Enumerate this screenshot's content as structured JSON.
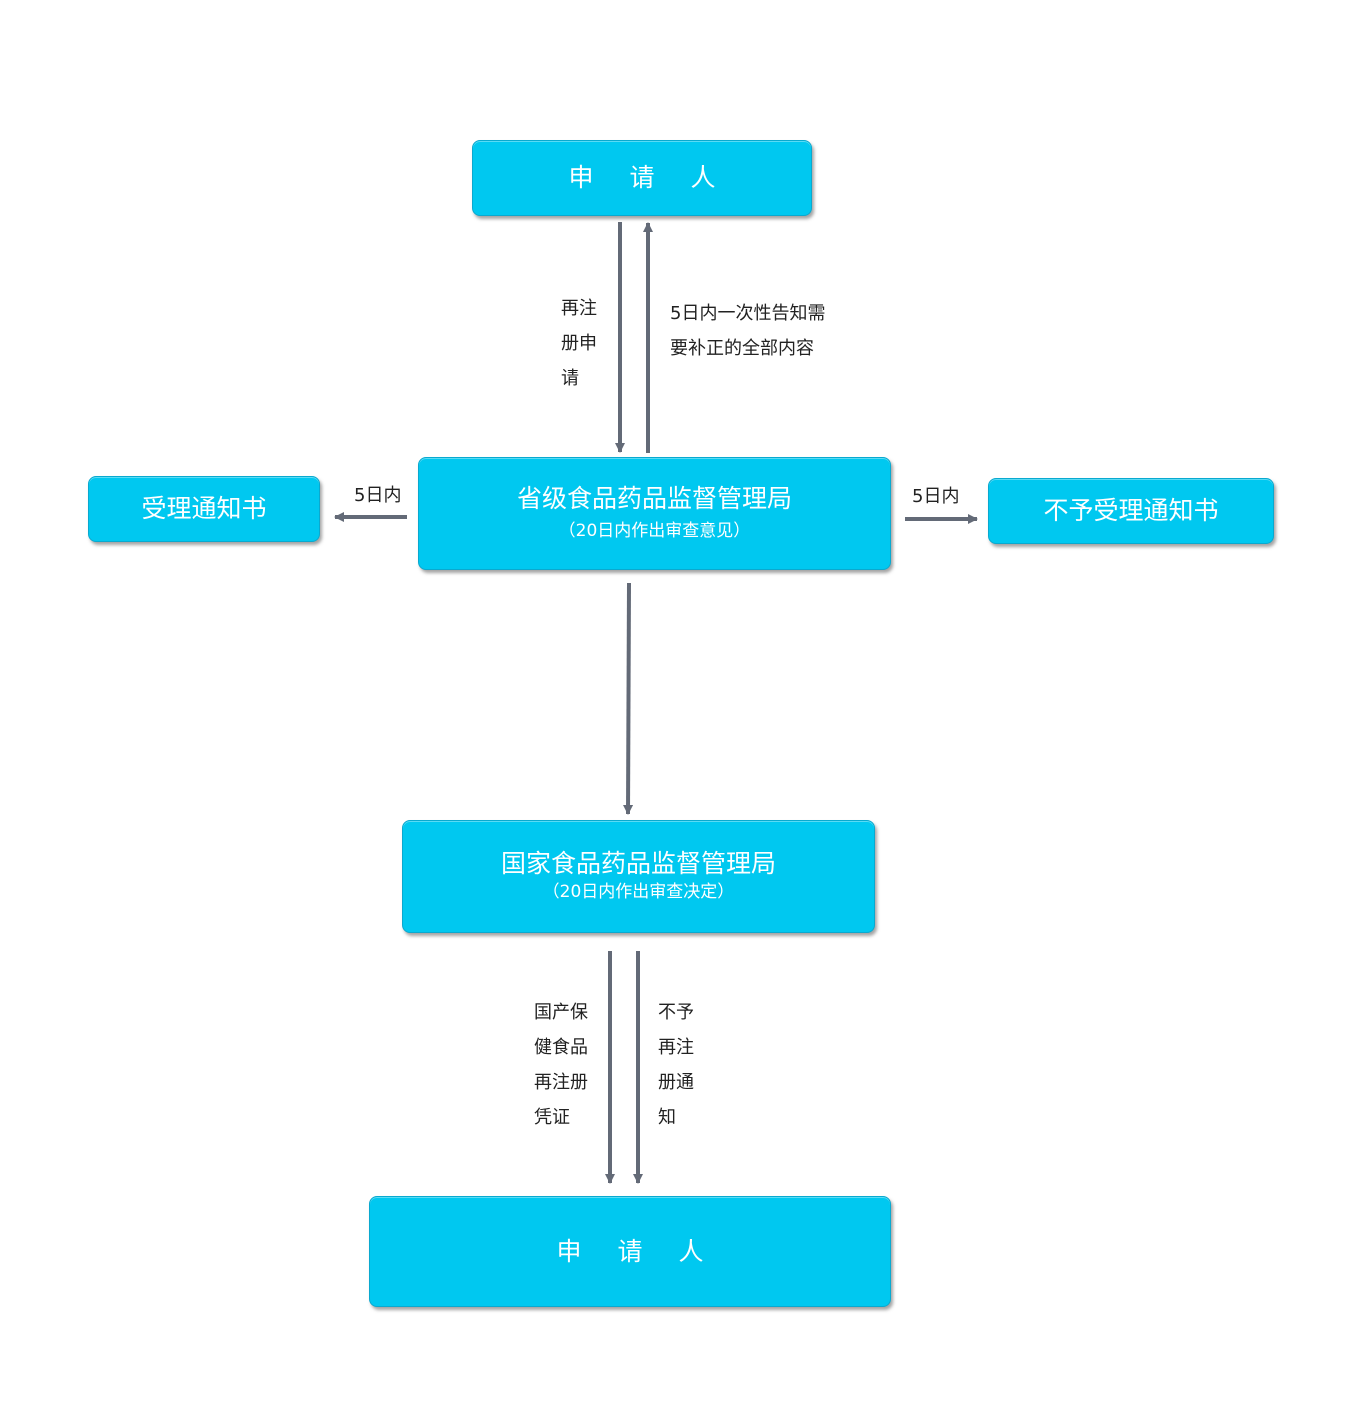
{
  "nodes": {
    "applicant_top": {
      "label": "申 请 人"
    },
    "accept_notice": {
      "label": "受理通知书"
    },
    "provincial": {
      "label": "省级食品药品监督管理局",
      "sub": "（20日内作出审查意见）"
    },
    "reject_notice": {
      "label": "不予受理通知书"
    },
    "national": {
      "label": "国家食品药品监督管理局",
      "sub": "（20日内作出审查决定）"
    },
    "applicant_bottom": {
      "label": "申 请 人"
    }
  },
  "edges": {
    "reregister_apply": {
      "lines": [
        "再注",
        "册申",
        "请"
      ]
    },
    "supplement_notice": {
      "lines": [
        "5日内一次性告知需",
        "要补正的全部内容"
      ]
    },
    "to_accept": {
      "label": "5日内"
    },
    "to_reject": {
      "label": "5日内"
    },
    "certificate": {
      "lines": [
        "国产保",
        "健食品",
        "再注册",
        "凭证"
      ]
    },
    "no_reregister": {
      "lines": [
        "不予",
        "再注",
        "册通",
        "知"
      ]
    }
  },
  "colors": {
    "box_fill": "#00c8f0",
    "box_text": "#ffffff",
    "arrow": "#636a77",
    "label_text": "#222222"
  }
}
